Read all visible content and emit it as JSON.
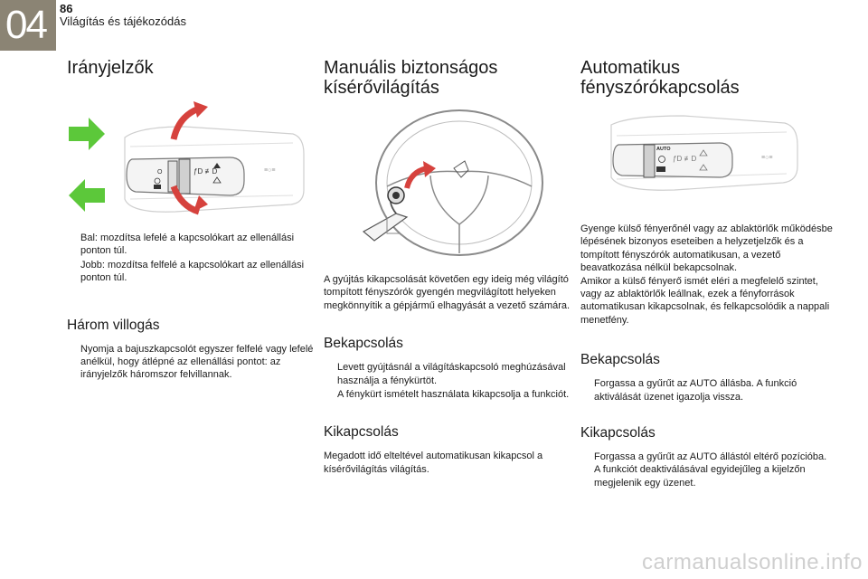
{
  "header": {
    "chapter": "04",
    "page_number": "86",
    "section_title": "Világítás és tájékozódás"
  },
  "col1": {
    "title": "Irányjelzők",
    "bullets": [
      "Bal: mozdítsa lefelé a kapcsolókart az ellenállási ponton túl.",
      "Jobb: mozdítsa felfelé a kapcsolókart az ellenállási ponton túl."
    ],
    "subtitle": "Három villogás",
    "sub_bullets": [
      "Nyomja a bajuszkapcsolót egyszer felfelé vagy lefelé anélkül, hogy átlépné az ellenállási pontot: az irányjelzők háromszor felvillannak."
    ]
  },
  "col2": {
    "title_line1": "Manuális biztonságos",
    "title_line2": "kísérővilágítás",
    "paragraph": "A gyújtás kikapcsolását követően egy ideig még világító tompított fényszórók gyengén megvilágított helyeken megkönnyítik a gépjármű elhagyását a vezető számára.",
    "on_title": "Bekapcsolás",
    "on_bullets": [
      "Levett gyújtásnál a világításkapcsoló meghúzásával használja a fénykürtöt.",
      "A fénykürt ismételt használata kikapcsolja a funkciót."
    ],
    "off_title": "Kikapcsolás",
    "off_paragraph": "Megadott idő elteltével automatikusan kikapcsol a kísérővilágítás világítás."
  },
  "col3": {
    "title_line1": "Automatikus",
    "title_line2": "fényszórókapcsolás",
    "auto_label": "AUTO",
    "paragraph1": "Gyenge külső fényerőnél vagy az ablaktörlők működésbe lépésének bizonyos eseteiben a helyzetjelzők és a tompított fényszórók automatikusan, a vezető beavatkozása nélkül bekapcsolnak.",
    "paragraph2": "Amikor a külső fényerő ismét eléri a megfelelő szintet, vagy az ablaktörlők leállnak, ezek a fényforrások automatikusan kikapcsolnak, és felkapcsolódik a nappali menetfény.",
    "on_title": "Bekapcsolás",
    "on_bullets": [
      "Forgassa a gyűrűt az AUTO állásba. A funkció aktiválását üzenet igazolja vissza."
    ],
    "off_title": "Kikapcsolás",
    "off_bullets": [
      "Forgassa a gyűrűt az AUTO állástól eltérő pozícióba. A funkciót deaktiválásával egyidejűleg a kijelzőn megjelenik egy üzenet."
    ]
  },
  "bullet_glyph": "",
  "watermark": "carmanualsonline.info",
  "colors": {
    "chapter_box": "#8b8474",
    "arrow_green": "#5cc83a",
    "arrow_red": "#d6423d"
  }
}
